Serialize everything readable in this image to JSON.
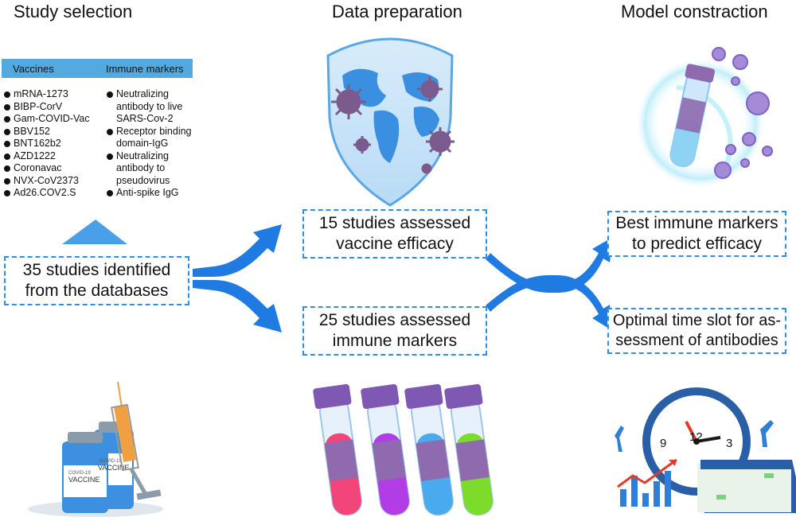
{
  "headings": {
    "study_selection": "Study selection",
    "data_preparation": "Data preparation",
    "model_construction": "Model constraction"
  },
  "table": {
    "col_vaccines": "Vaccines",
    "col_immune_markers": "Immune markers",
    "vaccines": [
      "mRNA-1273",
      "BIBP-CorV",
      "Gam-COVID-Vac",
      "BBV152",
      "BNT162b2",
      "AZD1222",
      "Coronavac",
      "NVX-CoV2373",
      "Ad26.COV2.S"
    ],
    "immune_markers": [
      "Neutralizing antibody to live SARS-Cov-2",
      "Receptor binding domain-IgG",
      "Neutralizing antibody to pseudovirus",
      "Anti-spike IgG"
    ]
  },
  "boxes": {
    "identified_line1": "35 studies identified",
    "identified_line2": "from the databases",
    "efficacy_line1": "15 studies assessed",
    "efficacy_line2": "vaccine efficacy",
    "markers_line1": "25 studies assessed",
    "markers_line2": "immune markers",
    "best_line1": "Best immune markers",
    "best_line2": "to predict efficacy",
    "optimal_line1": "Optimal time slot for as-",
    "optimal_line2": "sessment of antibodies"
  },
  "vaccine_labels": {
    "vial_small": "COVID-19",
    "vial_big": "VACCINE",
    "vial_back_small": "COVID-19",
    "vial_back_big": "VACCINE"
  },
  "clock": {
    "n12": "12",
    "n3": "3",
    "n9": "9"
  },
  "colors": {
    "accent_blue": "#2f8ee6",
    "arrow_blue": "#1f7be2",
    "panel_blue": "#54aadf",
    "virus_purple": "#7b5a8e",
    "tube_pink": "#f2467a",
    "tube_purple": "#b23ce6",
    "tube_blue": "#49aaee",
    "tube_green": "#7ddb2c"
  }
}
